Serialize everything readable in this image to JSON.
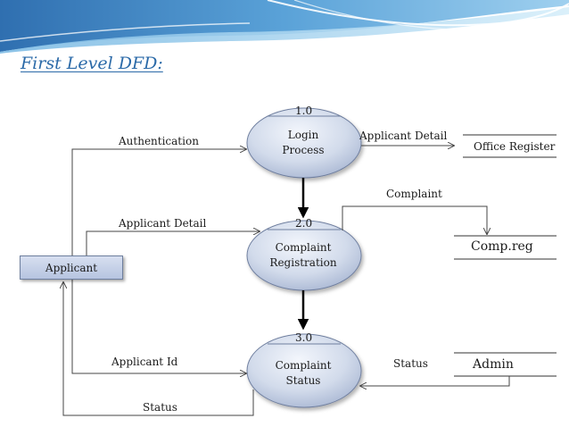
{
  "title": "First Level DFD:",
  "external_entity": {
    "label": "Applicant"
  },
  "processes": [
    {
      "number": "1.0",
      "name": [
        "Login",
        "Process"
      ]
    },
    {
      "number": "2.0",
      "name": [
        "Complaint",
        "Registration"
      ]
    },
    {
      "number": "3.0",
      "name": [
        "Complaint",
        "Status"
      ]
    }
  ],
  "data_stores": [
    {
      "name": "Office Register"
    },
    {
      "name": "Comp.reg"
    },
    {
      "name": "Admin"
    }
  ],
  "flows": {
    "authentication": "Authentication",
    "applicant_detail_to_register": "Applicant Detail",
    "complaint": "Complaint",
    "applicant_detail_to_registration": "Applicant Detail",
    "applicant_id": "Applicant Id",
    "status_from_admin": "Status",
    "status_to_applicant": "Status"
  },
  "colors": {
    "title": "#2b6aa8",
    "process_fill_light": "#eef2fa",
    "process_fill_dark": "#aebbd6",
    "entity_fill": "#c7d2e8",
    "banner_blue": "#4f97cf"
  }
}
